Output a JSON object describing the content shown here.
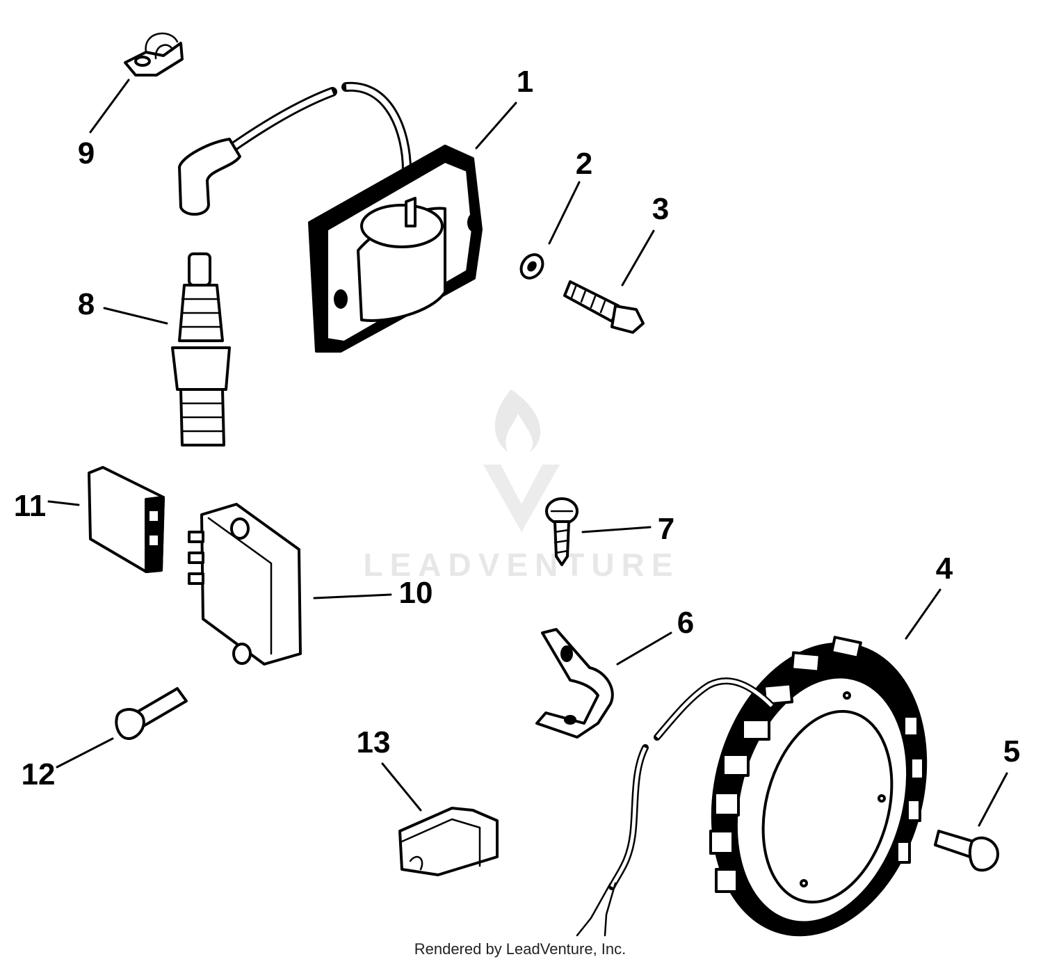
{
  "watermark": {
    "text": "LEADVENTURE"
  },
  "footer": {
    "text": "Rendered by LeadVenture, Inc."
  },
  "callouts": [
    {
      "id": "1",
      "label": "1"
    },
    {
      "id": "2",
      "label": "2"
    },
    {
      "id": "3",
      "label": "3"
    },
    {
      "id": "4",
      "label": "4"
    },
    {
      "id": "5",
      "label": "5"
    },
    {
      "id": "6",
      "label": "6"
    },
    {
      "id": "7",
      "label": "7"
    },
    {
      "id": "8",
      "label": "8"
    },
    {
      "id": "9",
      "label": "9"
    },
    {
      "id": "10",
      "label": "10"
    },
    {
      "id": "11",
      "label": "11"
    },
    {
      "id": "12",
      "label": "12"
    },
    {
      "id": "13",
      "label": "13"
    }
  ]
}
